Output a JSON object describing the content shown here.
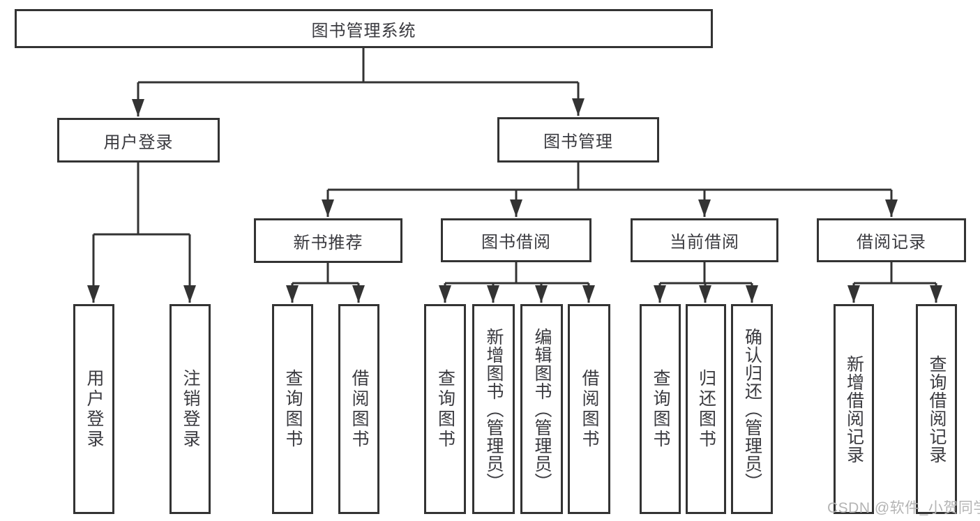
{
  "diagram_title": "图书管理系统",
  "nodes": {
    "root": "图书管理系统",
    "user_login": "用户登录",
    "book_mgmt": "图书管理",
    "new_book_rec": "新书推荐",
    "book_borrow": "图书借阅",
    "current_borrow": "当前借阅",
    "borrow_record": "借阅记录",
    "leaf_user_login": "用户登录",
    "leaf_logout": "注销登录",
    "leaf_query_book_rec": "查询图书",
    "leaf_borrow_book_rec": "借阅图书",
    "leaf_query_book_bb": "查询图书",
    "leaf_add_book_admin": "新增图书（管理员）",
    "leaf_edit_book_admin": "编辑图书（管理员）",
    "leaf_borrow_book_bb": "借阅图书",
    "leaf_query_book_cb": "查询图书",
    "leaf_return_book": "归还图书",
    "leaf_confirm_return_admin": "确认归还（管理员）",
    "leaf_add_borrow_record": "新增借阅记录",
    "leaf_query_borrow_record": "查询借阅记录"
  },
  "watermark": "CSDN @软件_小贺同学",
  "colors": {
    "line": "#333333",
    "text": "#3a3a3f",
    "watermark": "#b4b4b4",
    "background": "#ffffff"
  }
}
